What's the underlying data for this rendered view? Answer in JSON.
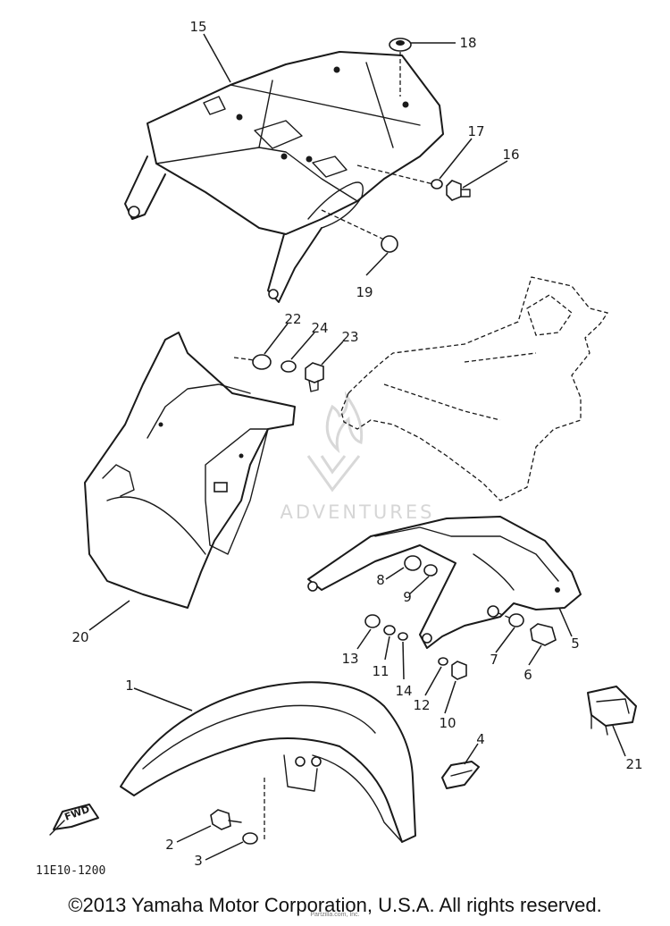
{
  "diagram": {
    "part_numbers": [
      "1",
      "2",
      "3",
      "4",
      "5",
      "6",
      "7",
      "8",
      "9",
      "10",
      "11",
      "12",
      "13",
      "14",
      "15",
      "16",
      "17",
      "18",
      "19",
      "20",
      "21",
      "22",
      "23",
      "24"
    ],
    "drawing_code": "11E10-1200",
    "direction_label": "FWD",
    "watermark_text": "ADVENTURES"
  },
  "footer": {
    "copyright": "©2013 Yamaha Motor Corporation, U.S.A. All rights reserved.",
    "sub_watermark": "Partzilla.com, Inc."
  }
}
